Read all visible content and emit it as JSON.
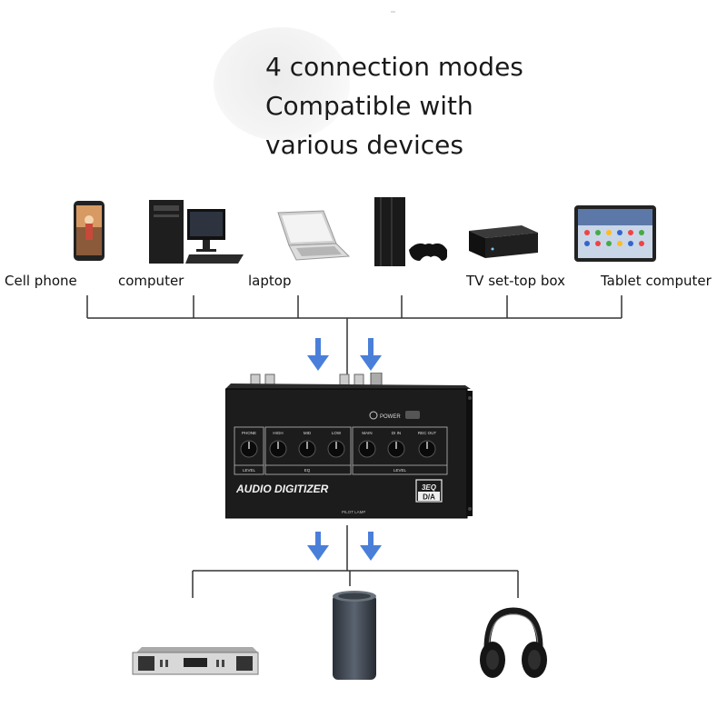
{
  "headline": {
    "line1": "4 connection modes",
    "line2": "Compatible with",
    "line3": "various devices"
  },
  "inputs": [
    {
      "label": "Cell phone",
      "icon": "phone-icon"
    },
    {
      "label": "computer",
      "icon": "desktop-computer-icon"
    },
    {
      "label": "laptop",
      "icon": "laptop-icon"
    },
    {
      "label": "",
      "icon": "game-console-icon"
    },
    {
      "label": "TV set-top box",
      "icon": "set-top-box-icon"
    },
    {
      "label": "Tablet computer",
      "icon": "tablet-icon"
    }
  ],
  "device": {
    "brand_text": "AUDIO DIGITIZER",
    "badge_top": "3EQ",
    "badge_bottom": "D/A",
    "power_label": "POWER",
    "pilot_label": "PILOT LAMP",
    "knob_labels": [
      "PHONE",
      "HIGH",
      "MID",
      "LOW",
      "MAIN",
      "DI IN",
      "REC OUT"
    ],
    "section_labels": [
      "LEVEL",
      "EQ",
      "LEVEL"
    ]
  },
  "outputs": [
    {
      "icon": "amplifier-icon"
    },
    {
      "icon": "speaker-icon"
    },
    {
      "icon": "headphones-icon"
    }
  ],
  "colors": {
    "arrow": "#4a7fd9",
    "line": "#333333",
    "device_body": "#1c1c1c"
  }
}
